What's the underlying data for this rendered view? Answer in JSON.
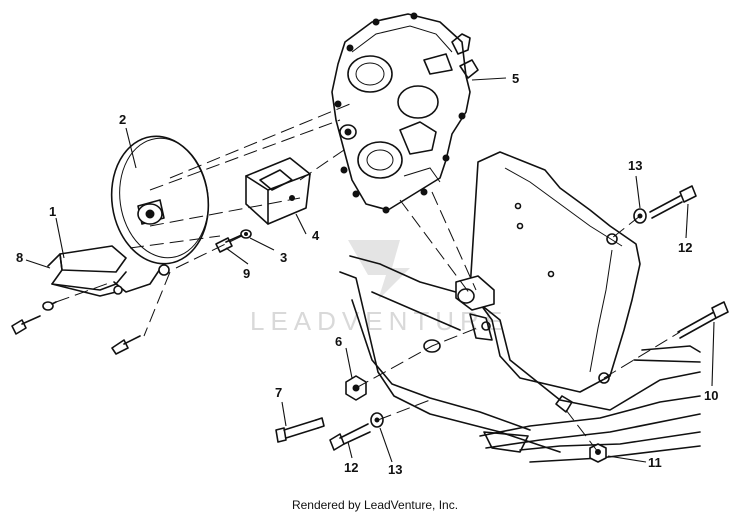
{
  "watermark": {
    "text": "LEADVENTURE"
  },
  "footer": {
    "text": "Rendered by LeadVenture, Inc."
  },
  "callouts": {
    "c1": "1",
    "c2": "2",
    "c3": "3",
    "c4": "4",
    "c5": "5",
    "c6": "6",
    "c7": "7",
    "c8": "8",
    "c9": "9",
    "c10": "10",
    "c11": "11",
    "c12a": "12",
    "c12b": "12",
    "c13a": "13",
    "c13b": "13"
  }
}
